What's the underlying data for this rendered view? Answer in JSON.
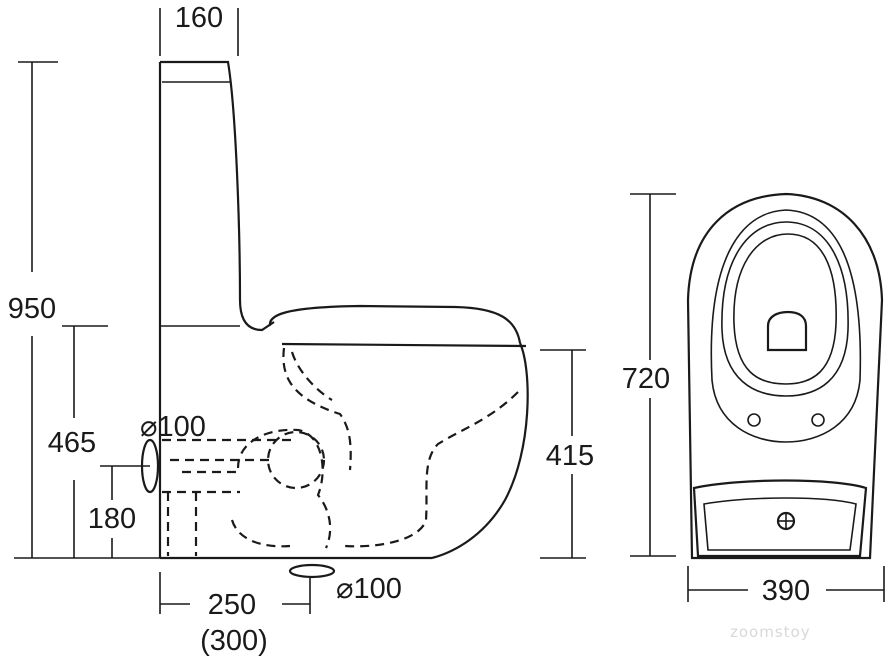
{
  "dimensions": {
    "tank_width": "160",
    "total_height": "950",
    "outlet_height": "465",
    "inlet_height": "180",
    "inlet_diameter": "⌀100",
    "seat_height": "415",
    "floor_outlet_diameter": "⌀100",
    "outlet_offset": "250",
    "outlet_offset_alt": "(300)",
    "top_view_length": "720",
    "top_view_width": "390"
  },
  "watermark": "zoomstoy"
}
